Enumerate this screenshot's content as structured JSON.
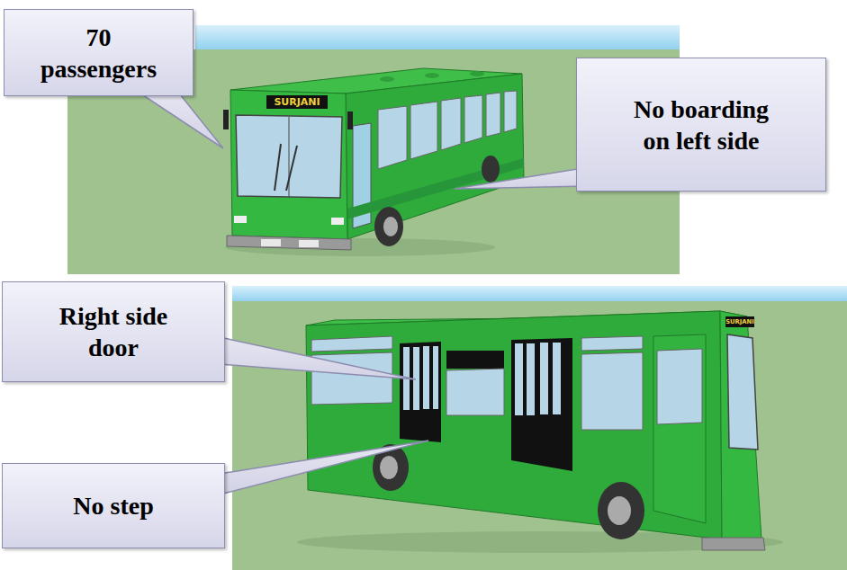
{
  "diagram": {
    "nodes": [
      {
        "text": [
          "70 passengers"
        ]
      },
      {
        "text": [
          "No boarding on left side"
        ]
      },
      {
        "text": [
          "Right side door"
        ]
      },
      {
        "text": [
          "No step"
        ]
      }
    ],
    "labels": [
      "SURJANI",
      "SURJANI"
    ]
  }
}
